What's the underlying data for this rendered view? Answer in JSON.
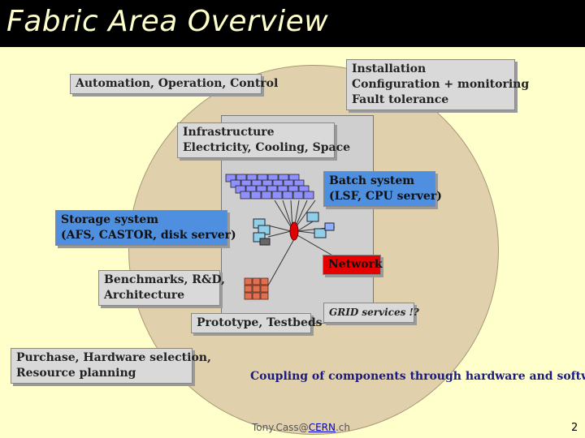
{
  "title": "Fabric Area Overview",
  "boxes": {
    "automation": "Automation, Operation, Control",
    "installation": [
      "Installation",
      "Configuration + monitoring",
      "Fault tolerance"
    ],
    "infrastructure": [
      "Infrastructure",
      "Electricity, Cooling, Space"
    ],
    "batch": [
      "Batch system",
      "(LSF, CPU server)"
    ],
    "storage": [
      "Storage system",
      "(AFS, CASTOR, disk server)"
    ],
    "network": "Network",
    "benchmarks": [
      "Benchmarks, R&D,",
      "Architecture"
    ],
    "prototype": "Prototype, Testbeds",
    "grid": "GRID services !?",
    "purchase": [
      "Purchase, Hardware selection,",
      "Resource planning"
    ]
  },
  "coupling": "Coupling of components through hardware and software",
  "footer": {
    "prefix": "Tony.Cass@",
    "link": "CERN",
    "suffix": ".ch"
  },
  "page_number": "2",
  "colors": {
    "background": "#ffffcc",
    "grey_box": "#d9d9d9",
    "blue_box": "#4f8fe0",
    "red_box": "#e60000",
    "circle": "#e0d0ac",
    "center": "#cfcfcf",
    "cpu_icon": "#8f8fff",
    "coupling_text": "#1a1a80"
  },
  "icons": [
    "cpu-server-rack-icon",
    "disk-server-icon",
    "network-switch-icon",
    "tape-robot-icon"
  ]
}
